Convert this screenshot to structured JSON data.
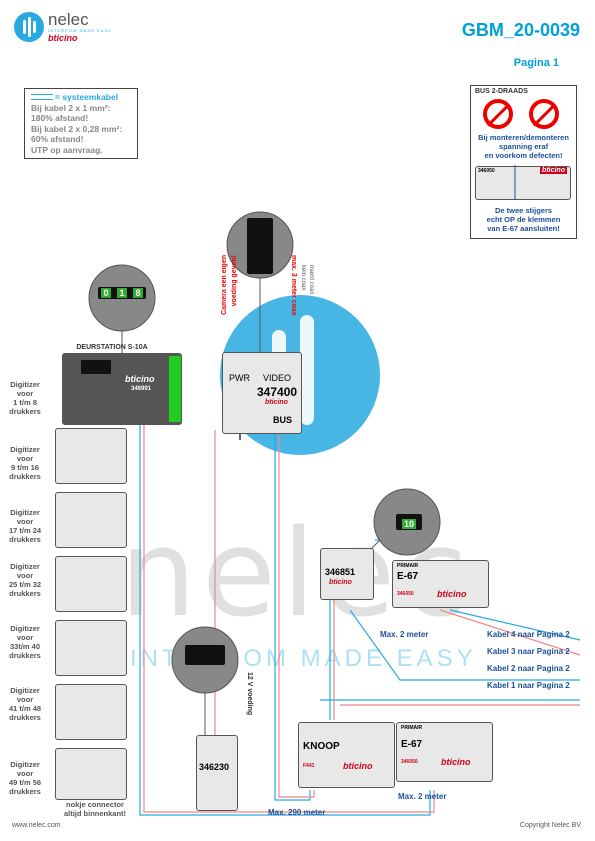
{
  "header": {
    "brand": "nelec",
    "brand_tag": "INTERCOM MADE EASY",
    "brand_sub": "bticino",
    "doc_id": "GBM_20-0039",
    "page": "Pagina 1"
  },
  "note": {
    "legend": "= systeemkabel",
    "line1": "Bij kabel 2 x 1 mm²:",
    "line2": "180% afstand!",
    "line3": "Bij kabel 2 x 0,28 mm²:",
    "line4": "60% afstand!",
    "line5": "UTP op aanvraag."
  },
  "warning": {
    "title": "BUS 2-DRAADS",
    "text1": "Bij monteren/demonteren",
    "text2": "spanning eraf",
    "text3": "en voorkom defecten!",
    "module": "346050",
    "brand": "bticino",
    "text4": "De twee stijgers",
    "text5": "echt OP de klemmen",
    "text6": "van E-67 aansluiten!"
  },
  "door_station": {
    "title": "DEURSTATION S-10A",
    "code": "346991",
    "brand": "bticino",
    "dip1": "0",
    "dip2": "1",
    "dip3": "8"
  },
  "digitizers": [
    {
      "l1": "Digitizer",
      "l2": "voor",
      "l3": "1 t/m 8",
      "l4": "drukkers"
    },
    {
      "l1": "Digitizer",
      "l2": "voor",
      "l3": "9 t/m 16",
      "l4": "drukkers"
    },
    {
      "l1": "Digitizer",
      "l2": "voor",
      "l3": "17 t/m 24",
      "l4": "drukkers"
    },
    {
      "l1": "Digitizer",
      "l2": "voor",
      "l3": "25 t/m 32",
      "l4": "drukkers"
    },
    {
      "l1": "Digitizer",
      "l2": "voor",
      "l3": "33t/m 40",
      "l4": "drukkers"
    },
    {
      "l1": "Digitizer",
      "l2": "voor",
      "l3": "41 t/m 48",
      "l4": "drukkers"
    },
    {
      "l1": "Digitizer",
      "l2": "voor",
      "l3": "49 t/m 56",
      "l4": "drukkers"
    }
  ],
  "nokje": {
    "l1": "nokje connector",
    "l2": "altijd binnenkant!"
  },
  "camera": {
    "code": "347400",
    "brand": "bticino",
    "pwr": "PWR",
    "video": "VIDEO",
    "bus": "BUS",
    "note_red1": "Camera een eigen",
    "note_red2": "voeding geven!",
    "coax1": "max. 3 meter coax",
    "coax2": "kein coax",
    "coax3": "mamt coax"
  },
  "psu": {
    "code": "346230",
    "label": "12 V voeding"
  },
  "switch_unit": {
    "code": "346851",
    "brand": "bticino",
    "dip": "10"
  },
  "e67_top": {
    "name": "E-67",
    "code": "346050",
    "brand": "bticino",
    "primair": "PRIMAIR"
  },
  "e67_bottom": {
    "name": "E-67",
    "code": "346050",
    "brand": "bticino",
    "primair": "PRIMAIR"
  },
  "knoop": {
    "name": "KNOOP",
    "code": "F441",
    "brand": "bticino"
  },
  "kabels": [
    "Kabel 4 naar Pagina 2",
    "Kabel 3 naar Pagina 2",
    "Kabel 2 naar Pagina 2",
    "Kabel 1 naar Pagina 2"
  ],
  "distances": {
    "top": "Max. 2 meter",
    "bottom": "Max. 2 meter",
    "long": "Max. 290 meter"
  },
  "watermark": {
    "brand": "nelec",
    "tag": "INTERCOM MADE EASY"
  },
  "footer": {
    "left": "www.nelec.com",
    "right": "Copyright Nelec BV"
  }
}
